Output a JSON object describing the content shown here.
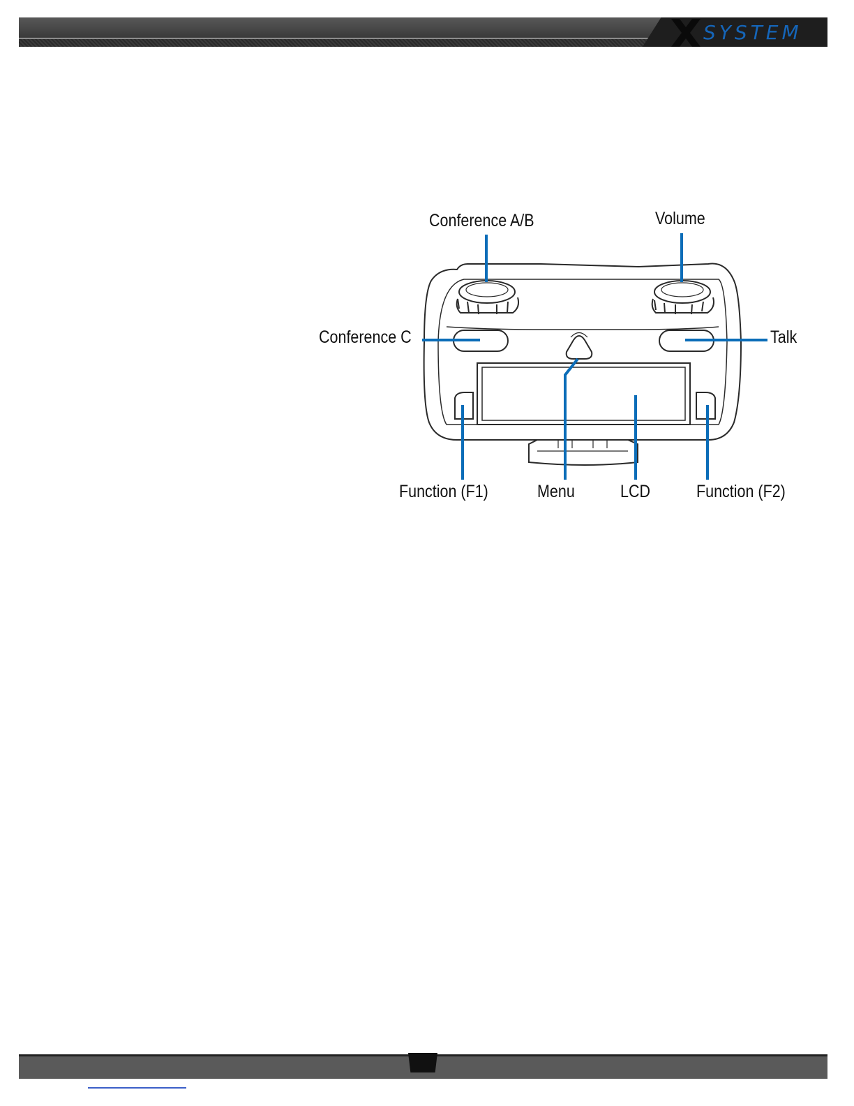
{
  "header": {
    "logo_word": "SYSTEM",
    "brand_color": "#1565b8"
  },
  "diagram": {
    "callout_color": "#0b6db8",
    "labels": {
      "conference_ab": "Conference A/B",
      "volume": "Volume",
      "conference_c": "Conference C",
      "talk": "Talk",
      "function_f1": "Function (F1)",
      "menu": "Menu",
      "lcd": "LCD",
      "function_f2": "Function (F2)"
    }
  }
}
